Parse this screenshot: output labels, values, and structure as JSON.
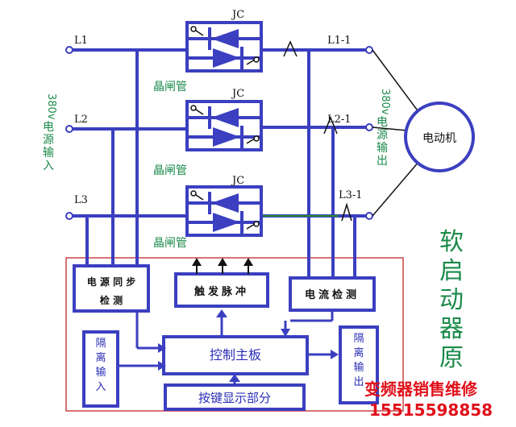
{
  "inputs": {
    "L1": "L1",
    "L2": "L2",
    "L3": "L3",
    "caption": [
      "380v",
      "电",
      "源",
      "输",
      "入"
    ]
  },
  "outputs": {
    "L1": "L1-1",
    "L2": "L2-1",
    "L3": "L3-1",
    "caption": [
      "380v",
      "电",
      "源",
      "输",
      "出"
    ]
  },
  "motor_label": "电动机",
  "contactor_label": "JC",
  "thyristor_label": "晶闸管",
  "blocks": {
    "power_sync": [
      "电 源 同 步",
      "检  测"
    ],
    "trigger": "触发脉冲",
    "current": "电流检测",
    "main_board": "控制主板",
    "keypad": "按键显示部分",
    "iso_in": [
      "隔",
      "离",
      "输",
      "入"
    ],
    "iso_out": [
      "隔",
      "离",
      "输",
      "出"
    ]
  },
  "title_chars": [
    "软",
    "启",
    "动",
    "器",
    "原"
  ],
  "watermark": {
    "line1": "变频器销售维修",
    "line2": "15515598858"
  },
  "colors": {
    "wire": "#3b3fc0",
    "green_text": "#1a8a4a",
    "red_text": "#e0101a"
  }
}
